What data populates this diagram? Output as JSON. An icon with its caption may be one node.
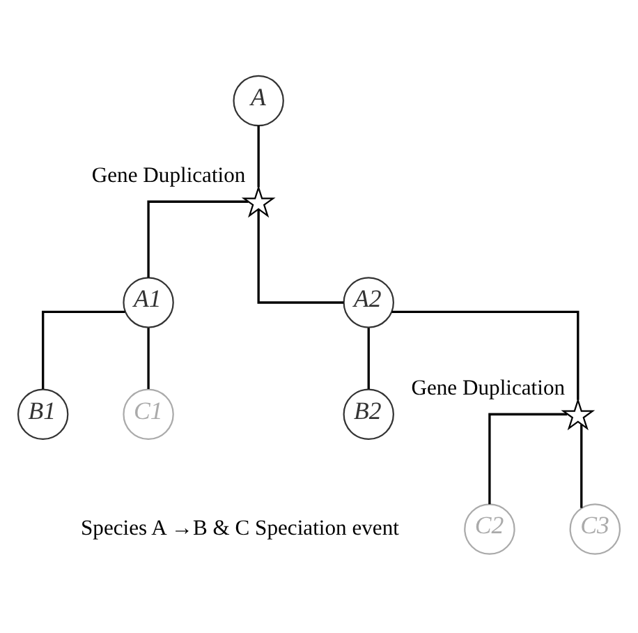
{
  "diagram": {
    "nodes": [
      {
        "text": [
          "A"
        ]
      },
      {
        "text": [],
        "shape": "star",
        "beside": [
          "Gene Duplication"
        ]
      },
      {
        "text": [
          "A1"
        ]
      },
      {
        "text": [
          "A2"
        ]
      },
      {
        "text": [
          "B1"
        ]
      },
      {
        "text": [
          "C1"
        ]
      },
      {
        "text": [
          "B2"
        ]
      },
      {
        "text": [],
        "shape": "star",
        "beside": [
          "Gene Duplication"
        ]
      },
      {
        "text": [
          "C2"
        ]
      },
      {
        "text": [
          "C3"
        ]
      }
    ],
    "edges": [
      {
        "from": 0,
        "to": 1,
        "arrow": "none"
      },
      {
        "from": 1,
        "to": 2,
        "arrow": "none"
      },
      {
        "from": 1,
        "to": 3,
        "arrow": "none"
      },
      {
        "from": 2,
        "to": 4,
        "arrow": "none"
      },
      {
        "from": 2,
        "to": 5,
        "arrow": "none"
      },
      {
        "from": 3,
        "to": 6,
        "arrow": "none"
      },
      {
        "from": 3,
        "to": 7,
        "arrow": "none"
      },
      {
        "from": 7,
        "to": 8,
        "arrow": "none"
      },
      {
        "from": 7,
        "to": 9,
        "arrow": "none"
      }
    ],
    "labels": [
      "Species A →B & C Speciation event"
    ]
  }
}
